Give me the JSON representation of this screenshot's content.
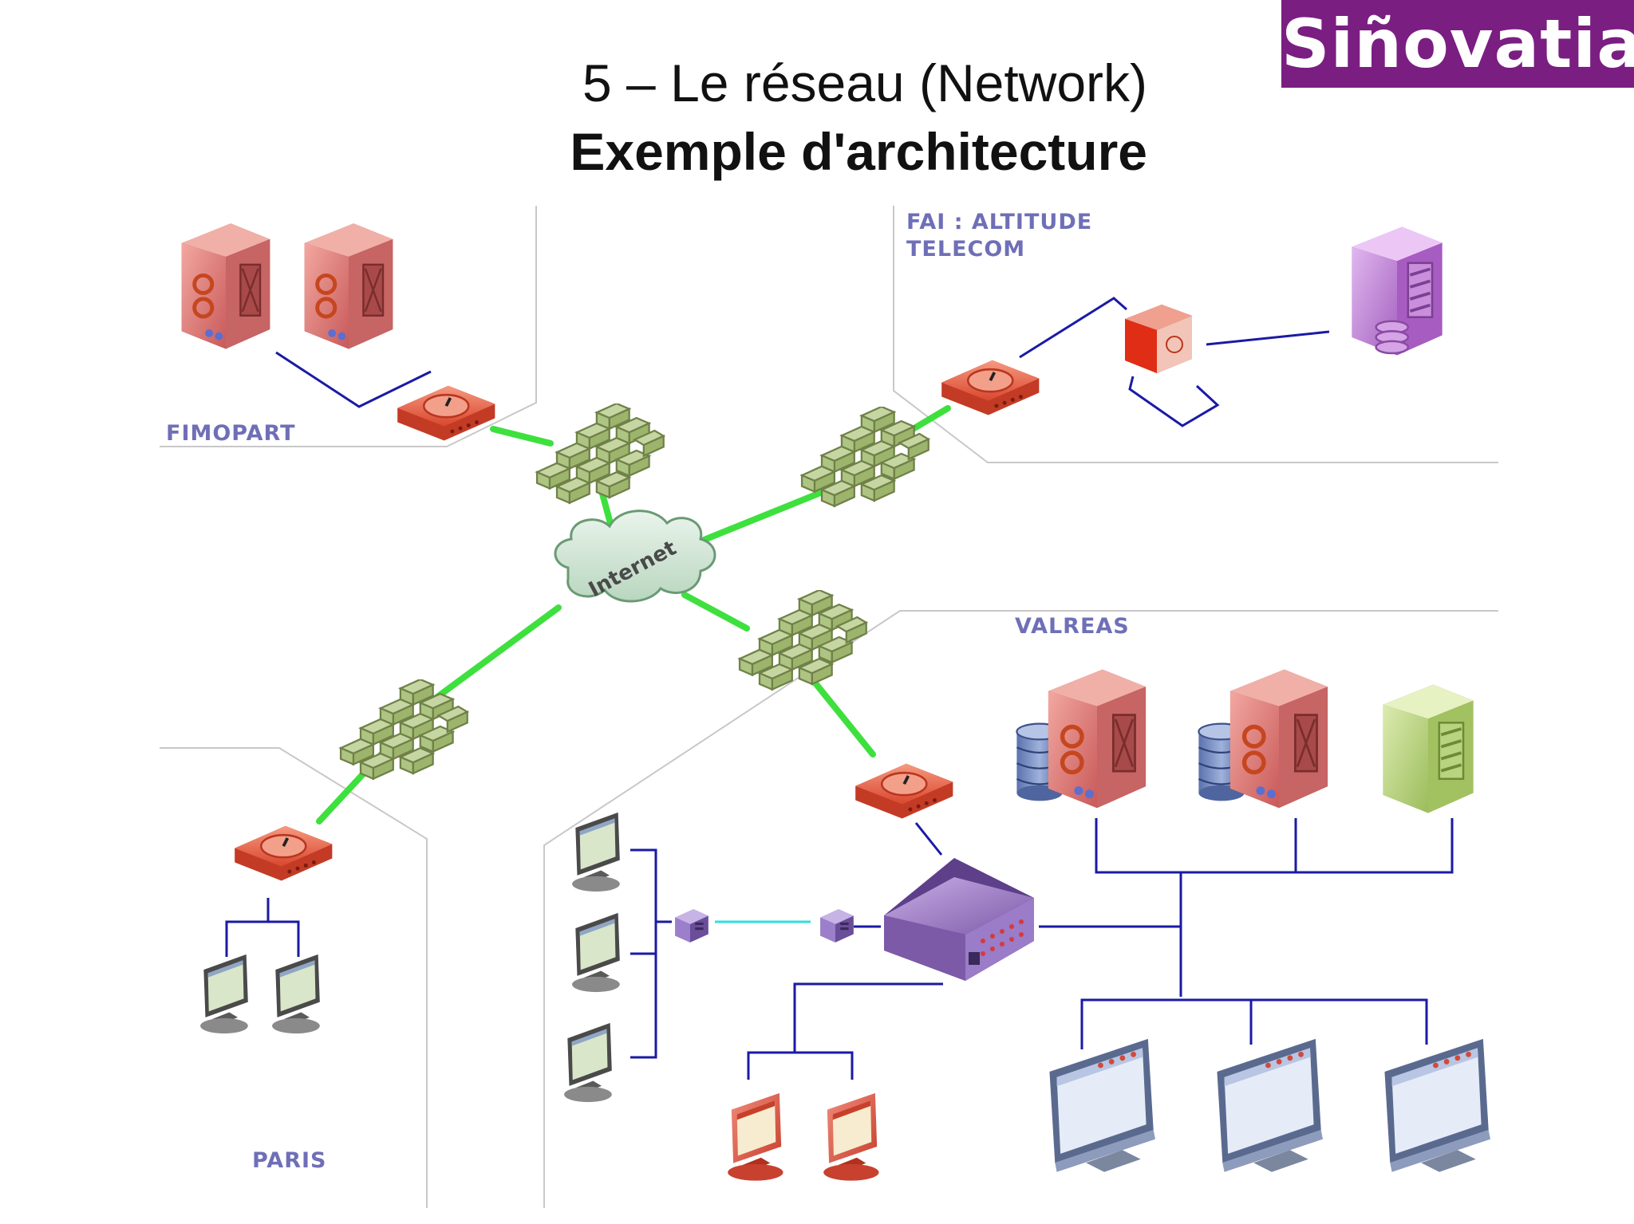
{
  "slide": {
    "title": "5 – Le réseau (Network)",
    "subtitle": "Exemple d'architecture"
  },
  "logo": {
    "text": "Siñovatia",
    "color": "#7a1e82"
  },
  "zones": {
    "fimopart": "FIMOPART",
    "fai_line1": "FAI : ALTITUDE",
    "fai_line2": "TELECOM",
    "valreas": "VALREAS",
    "paris": "PARIS"
  },
  "internet": {
    "label": "Internet"
  },
  "colors": {
    "wan_link": "#3ee03e",
    "lan_link": "#1a1aa6",
    "wifi_link": "#33dede",
    "zone_text": "#6f6fb8",
    "router": "#e8604a",
    "server_red": "#d86a6a",
    "server_purple": "#b273c9",
    "server_green": "#a9c96a",
    "firewall": "#b9cc96",
    "cloud": "#cfe3d3"
  },
  "icons": {
    "firewall": "brick-wall-icon",
    "router": "router-icon",
    "server": "server-tower-icon",
    "database": "database-icon",
    "workstation": "monitor-icon",
    "switch": "network-switch-icon",
    "bridge": "wireless-bridge-icon",
    "internet": "cloud-icon"
  }
}
